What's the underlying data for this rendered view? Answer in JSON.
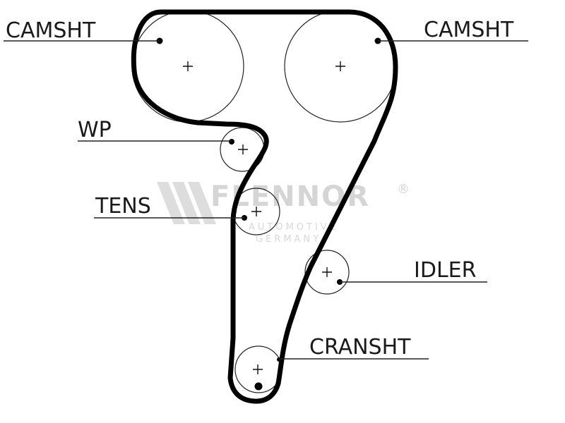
{
  "labels": {
    "camshaft_left": "CAMSHT",
    "camshaft_right": "CAMSHT",
    "water_pump": "WP",
    "tensioner": "TENS",
    "idler": "IDLER",
    "crankshaft": "CRANSHT"
  },
  "watermark": {
    "brand": "FLENNOR",
    "registered": "®",
    "line1": "AUTOMOTIVE",
    "line2": "GERMANY"
  },
  "colors": {
    "belt": "#000000",
    "lines": "#222222",
    "watermark": "#c8c8c8"
  }
}
